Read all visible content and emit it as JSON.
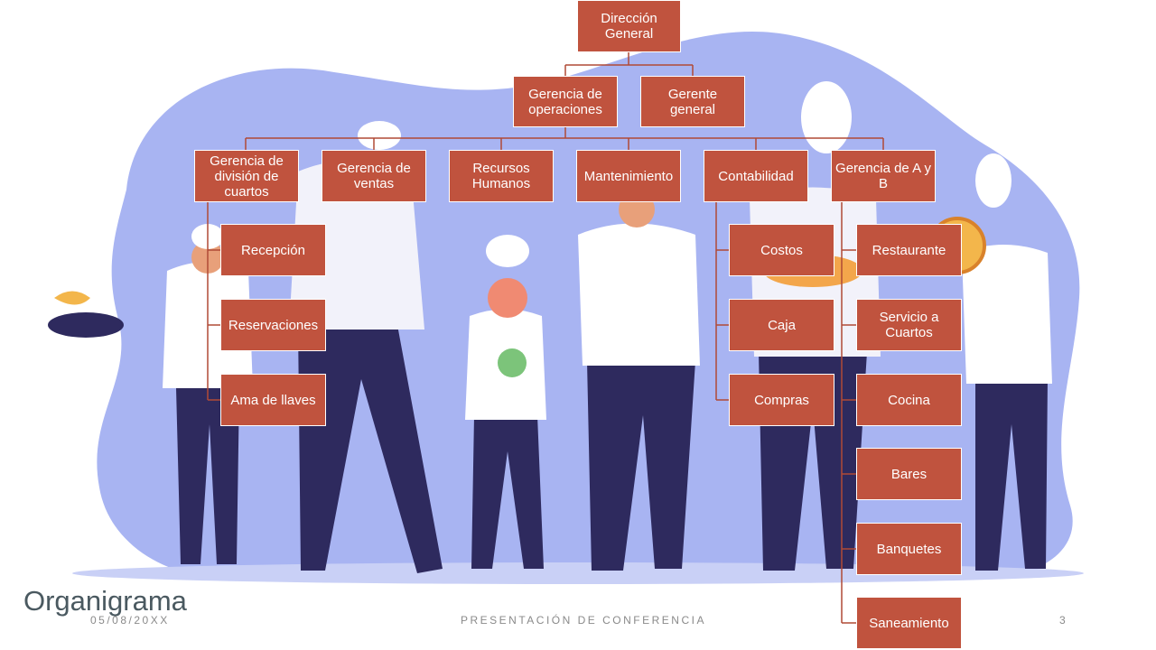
{
  "slide": {
    "title": "Organigrama",
    "footer_date": "05/08/20XX",
    "footer_text": "PRESENTACIÓN DE CONFERENCIA",
    "page_number": "3"
  },
  "colors": {
    "node_fill": "#c0533e",
    "node_text": "#ffffff",
    "connector": "#b04a36",
    "background_blob": "#a8b4f2",
    "title_text": "#4a5960"
  },
  "org": {
    "direccion": "Dirección General",
    "gerencia_operaciones": "Gerencia de operaciones",
    "gerente_general": "Gerente general",
    "division_cuartos": "Gerencia de división de cuartos",
    "gerencia_ventas": "Gerencia de ventas",
    "recursos_humanos": "Recursos Humanos",
    "mantenimiento": "Mantenimiento",
    "contabilidad": "Contabilidad",
    "gerencia_ayb": "Gerencia de A y B",
    "recepcion": "Recepción",
    "reservaciones": "Reservaciones",
    "ama_llaves": "Ama de llaves",
    "costos": "Costos",
    "caja": "Caja",
    "compras": "Compras",
    "restaurante": "Restaurante",
    "servicio_cuartos": "Servicio a Cuartos",
    "cocina": "Cocina",
    "bares": "Bares",
    "banquetes": "Banquetes",
    "saneamiento": "Saneamiento"
  }
}
